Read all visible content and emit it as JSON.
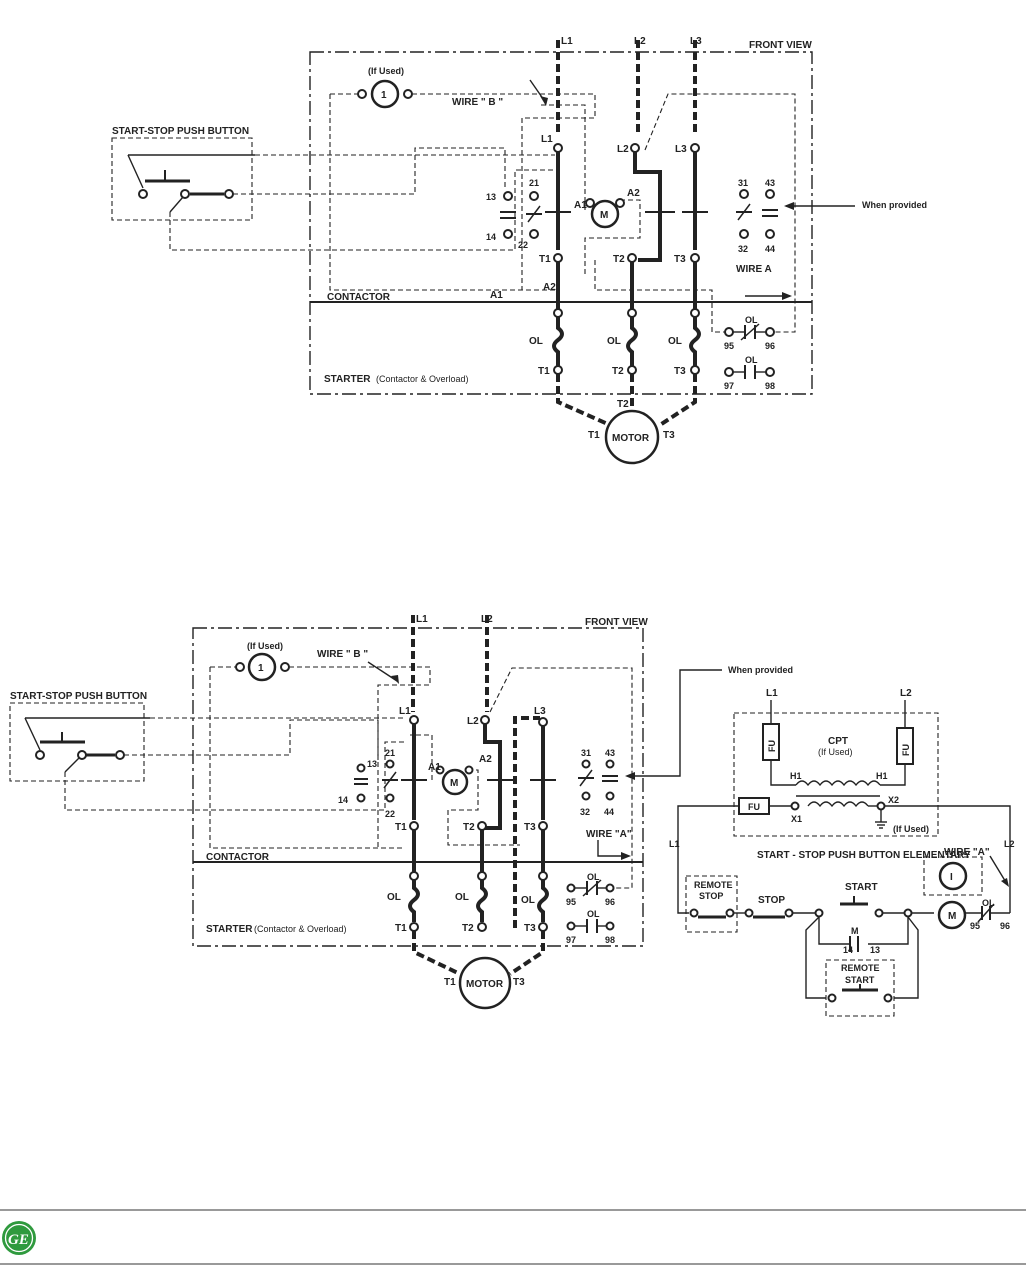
{
  "diagram1": {
    "front_view": "FRONT VIEW",
    "lines": [
      "L1",
      "L2",
      "L3"
    ],
    "if_used": "(If Used)",
    "pilot_light": "1",
    "wire_b": "WIRE \" B \"",
    "start_stop": "START-STOP PUSH BUTTON",
    "when_provided": "When provided",
    "wire_a": "WIRE A",
    "contactor": "CONTACTOR",
    "starter": "STARTER",
    "starter_sub": "(Contactor & Overload)",
    "motor": "MOTOR",
    "coil": "M",
    "aux": [
      "13",
      "14",
      "21",
      "22",
      "31",
      "32",
      "43",
      "44"
    ],
    "coil_terms": [
      "A1",
      "A2"
    ],
    "load": [
      "T1",
      "T2",
      "T3"
    ],
    "ol": "OL",
    "ol_terms": [
      "95",
      "96",
      "97",
      "98"
    ]
  },
  "diagram2": {
    "front_view": "FRONT VIEW",
    "lines": [
      "L1",
      "L2",
      "L3"
    ],
    "if_used": "(If Used)",
    "pilot_light": "1",
    "wire_b": "WIRE \" B \"",
    "start_stop": "START-STOP PUSH BUTTON",
    "when_provided": "When provided",
    "wire_a": "WIRE \"A\"",
    "contactor": "CONTACTOR",
    "starter": "STARTER",
    "starter_sub": "(Contactor & Overload)",
    "motor": "MOTOR",
    "coil": "M",
    "aux": [
      "13",
      "14",
      "21",
      "22",
      "31",
      "32",
      "43",
      "44"
    ],
    "coil_terms": [
      "A1",
      "A2"
    ],
    "load": [
      "T1",
      "T2",
      "T3"
    ],
    "ol": "OL",
    "ol_terms": [
      "95",
      "96",
      "97",
      "98"
    ]
  },
  "elementary": {
    "title": "START - STOP PUSH BUTTON ELEMENTARY",
    "cpt": "CPT",
    "cpt_sub": "(If Used)",
    "fuse": "FU",
    "h": "H1",
    "x1": "X1",
    "x2": "X2",
    "if_used": "(If Used)",
    "l1": "L1",
    "l2": "L2",
    "remote_stop": [
      "REMOTE",
      "STOP"
    ],
    "stop": "STOP",
    "start": "START",
    "remote_start": [
      "REMOTE",
      "START"
    ],
    "m": "M",
    "seal": [
      "14",
      "13"
    ],
    "wire_a": "WIRE \"A\"",
    "lamp": "I",
    "ol": "OL",
    "ol_terms": [
      "95",
      "96"
    ]
  },
  "footer": {
    "logo": "GE"
  }
}
